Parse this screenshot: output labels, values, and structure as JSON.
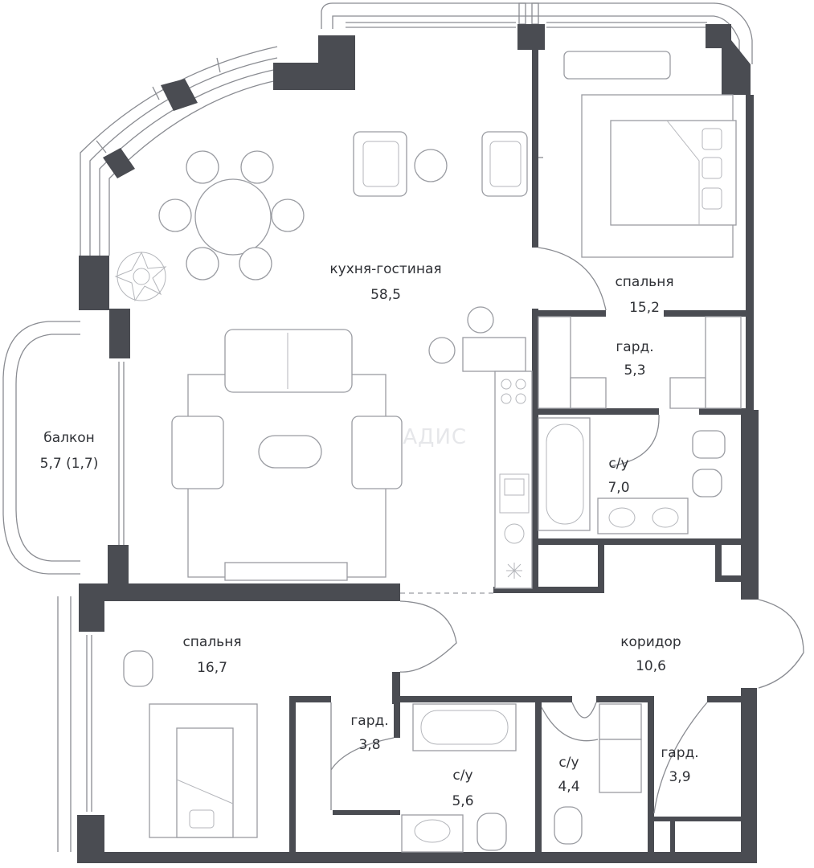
{
  "rooms": {
    "living": {
      "name": "кухня-гостиная",
      "area": "58,5"
    },
    "bedroom_1": {
      "name": "спальня",
      "area": "15,2"
    },
    "wardrobe_1": {
      "name": "гард.",
      "area": "5,3"
    },
    "bathroom_1": {
      "name": "с/у",
      "area": "7,0"
    },
    "balcony": {
      "name": "балкон",
      "area": "5,7 (1,7)"
    },
    "bedroom_2": {
      "name": "спальня",
      "area": "16,7"
    },
    "corridor": {
      "name": "коридор",
      "area": "10,6"
    },
    "wardrobe_2": {
      "name": "гард.",
      "area": "3,8"
    },
    "bathroom_2": {
      "name": "с/у",
      "area": "5,6"
    },
    "bathroom_3": {
      "name": "с/у",
      "area": "4,4"
    },
    "wardrobe_3": {
      "name": "гард.",
      "area": "3,9"
    }
  },
  "watermark": "ВЛАДИС",
  "colors": {
    "wall": "#4a4c52",
    "line": "#8a8c92",
    "text": "#2f3136"
  }
}
